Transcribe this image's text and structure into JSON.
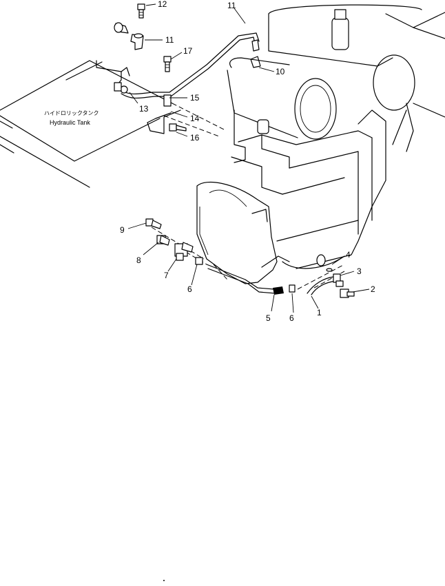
{
  "tank_label": {
    "jp": "ハイドロリックタンク",
    "en": "Hydraulic Tank"
  },
  "callouts": [
    {
      "id": "c12",
      "text": "12"
    },
    {
      "id": "c11a",
      "text": "11"
    },
    {
      "id": "c11b",
      "text": "11"
    },
    {
      "id": "c17",
      "text": "17"
    },
    {
      "id": "c10",
      "text": "10"
    },
    {
      "id": "c15",
      "text": "15"
    },
    {
      "id": "c13",
      "text": "13"
    },
    {
      "id": "c14",
      "text": "14"
    },
    {
      "id": "c16",
      "text": "16"
    },
    {
      "id": "c9",
      "text": "9"
    },
    {
      "id": "c8",
      "text": "8"
    },
    {
      "id": "c7",
      "text": "7"
    },
    {
      "id": "c6a",
      "text": "6"
    },
    {
      "id": "c4",
      "text": "4"
    },
    {
      "id": "c3",
      "text": "3"
    },
    {
      "id": "c2",
      "text": "2"
    },
    {
      "id": "c5",
      "text": "5"
    },
    {
      "id": "c6b",
      "text": "6"
    },
    {
      "id": "c1",
      "text": "1"
    }
  ]
}
